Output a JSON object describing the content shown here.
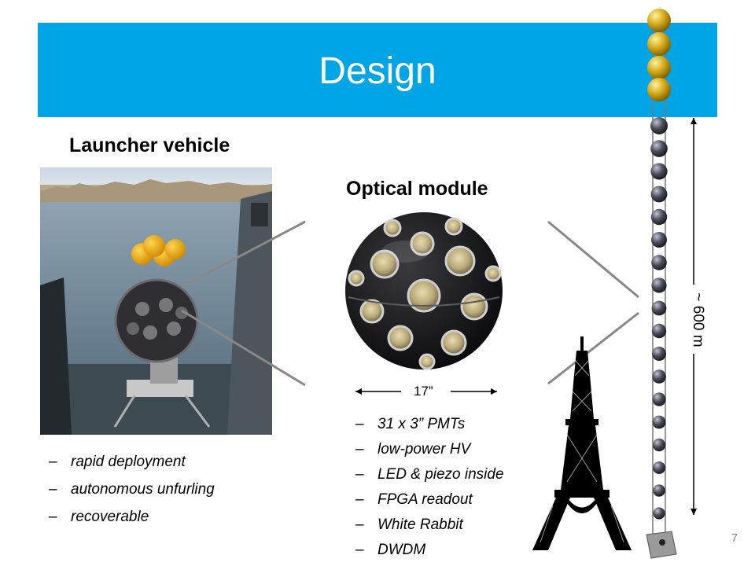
{
  "title": "Design",
  "launcher": {
    "heading": "Launcher vehicle",
    "features": [
      "rapid deployment",
      "autonomous unfurling",
      "recoverable"
    ]
  },
  "module": {
    "heading": "Optical module",
    "diameter": "17”",
    "specs": [
      "31 x 3” PMTs",
      "low-power HV",
      "LED & piezo inside",
      "FPGA readout",
      "White Rabbit",
      "DWDM"
    ]
  },
  "string": {
    "length": "~ 600 m"
  },
  "page_number": "7",
  "colors": {
    "title_bar": "#00a5e6",
    "title_text": "#ffffff",
    "lines": "#888888"
  },
  "icons": [
    "launcher-photo",
    "optical-module-sphere",
    "eiffel-tower-icon",
    "detection-unit-string"
  ]
}
